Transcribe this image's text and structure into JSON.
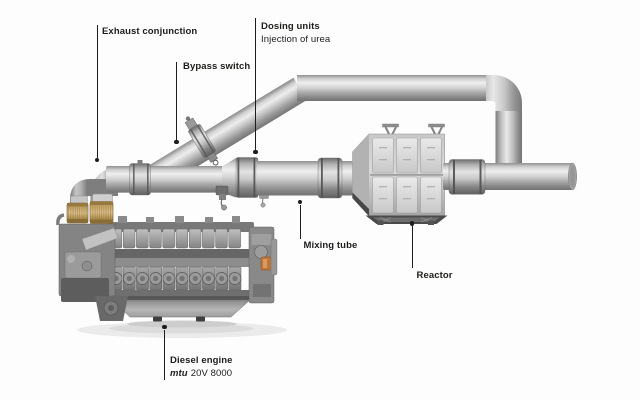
{
  "callouts": {
    "exhaust_conjunction": {
      "label": "Exhaust conjunction"
    },
    "bypass_switch": {
      "label": "Bypass switch"
    },
    "dosing_units": {
      "label": "Dosing units",
      "sublabel": "Injection of urea"
    },
    "mixing_tube": {
      "label": "Mixing tube"
    },
    "reactor": {
      "label": "Reactor"
    },
    "diesel_engine": {
      "label": "Diesel engine",
      "model_prefix": "mtu",
      "model": "20V 8000"
    }
  },
  "colors": {
    "background": "#fdfdfd",
    "text": "#1d1d1b",
    "leader_line": "#1d1d1b",
    "pipe_metal_light": "#efefef",
    "pipe_metal_dark": "#737373",
    "brass_fitting": "#c9a869",
    "engine_orange_part": "#c0763a"
  }
}
